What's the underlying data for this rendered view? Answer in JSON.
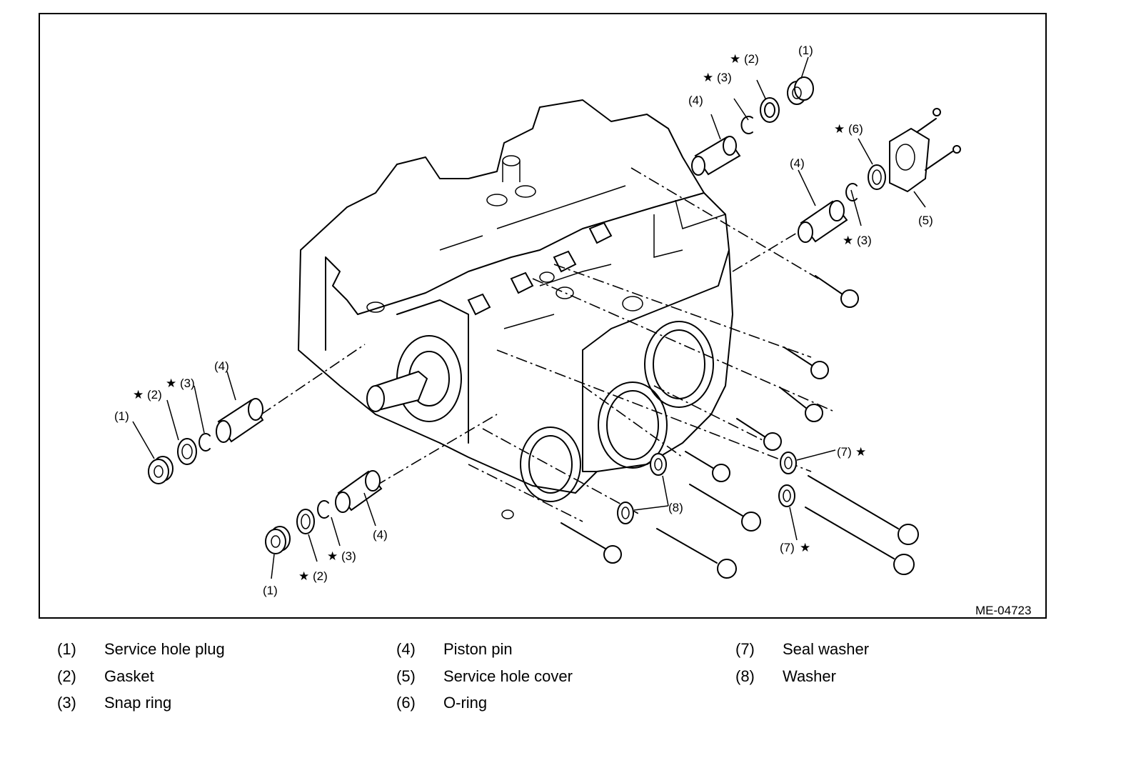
{
  "figure": {
    "code": "ME-04723",
    "star": "★",
    "callouts": {
      "c1_right_top": "(1)",
      "c2_right_top": "(2)",
      "c3_right_top": "(3)",
      "c4_right_top": "(4)",
      "c6_right": "(6)",
      "c4_right_mid": "(4)",
      "c3_right_mid": "(3)",
      "c5_right": "(5)",
      "c4_left": "(4)",
      "c3_left": "(3)",
      "c2_left": "(2)",
      "c1_left": "(1)",
      "c7_top": "(7)",
      "c8": "(8)",
      "c7_bottom": "(7)",
      "c4_bottom": "(4)",
      "c3_bottom": "(3)",
      "c2_bottom": "(2)",
      "c1_bottom": "(1)"
    }
  },
  "legend": [
    {
      "num": "(1)",
      "label": "Service hole plug"
    },
    {
      "num": "(2)",
      "label": "Gasket"
    },
    {
      "num": "(3)",
      "label": "Snap ring"
    },
    {
      "num": "(4)",
      "label": "Piston pin"
    },
    {
      "num": "(5)",
      "label": "Service hole cover"
    },
    {
      "num": "(6)",
      "label": "O-ring"
    },
    {
      "num": "(7)",
      "label": "Seal washer"
    },
    {
      "num": "(8)",
      "label": "Washer"
    }
  ]
}
